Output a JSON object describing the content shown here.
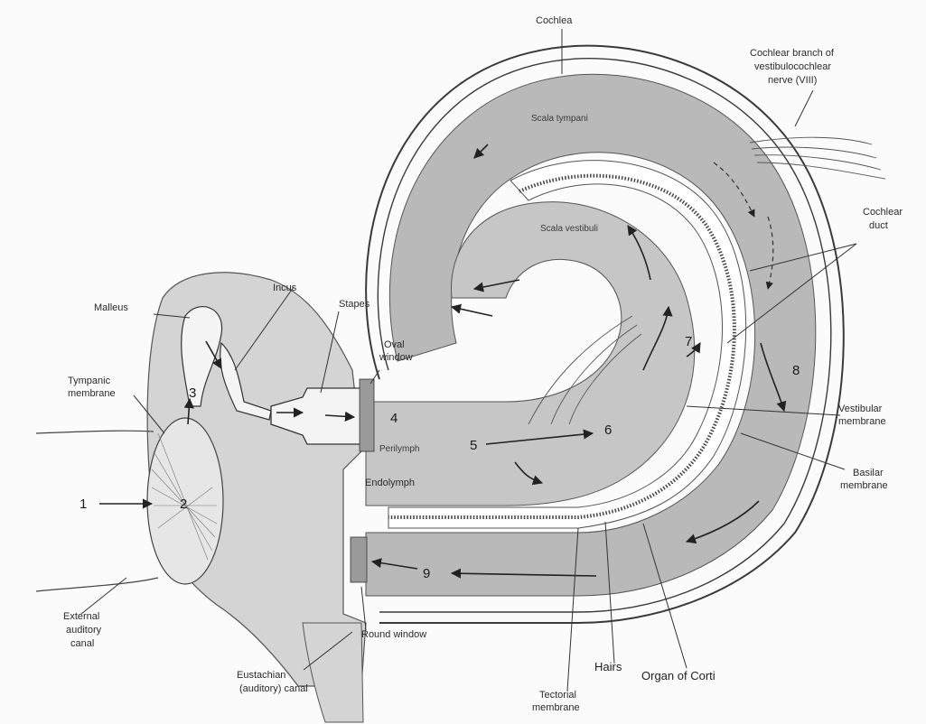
{
  "labels": {
    "cochlea": "Cochlea",
    "cochlear_nerve_1": "Cochlear branch of",
    "cochlear_nerve_2": "vestibulocochlear",
    "cochlear_nerve_3": "nerve (VIII)",
    "scala_tympani": "Scala tympani",
    "scala_vestibuli": "Scala vestibuli",
    "cochlear_duct_1": "Cochlear",
    "cochlear_duct_2": "duct",
    "incus": "Incus",
    "malleus": "Malleus",
    "stapes": "Stapes",
    "oval_window_1": "Oval",
    "oval_window_2": "window",
    "tympanic_1": "Tympanic",
    "tympanic_2": "membrane",
    "perilymph": "Perilymph",
    "endolymph": "Endolymph",
    "vestibular_1": "Vestibular",
    "vestibular_2": "membrane",
    "basilar_1": "Basilar",
    "basilar_2": "membrane",
    "external_1": "External",
    "external_2": "auditory",
    "external_3": "canal",
    "round_window": "Round window",
    "eustachian_1": "Eustachian",
    "eustachian_2": "(auditory) canal",
    "tectorial_1": "Tectorial",
    "tectorial_2": "membrane",
    "hairs": "Hairs",
    "organ_corti": "Organ of Corti"
  },
  "steps": [
    "1",
    "2",
    "3",
    "4",
    "5",
    "6",
    "7",
    "8",
    "9"
  ]
}
